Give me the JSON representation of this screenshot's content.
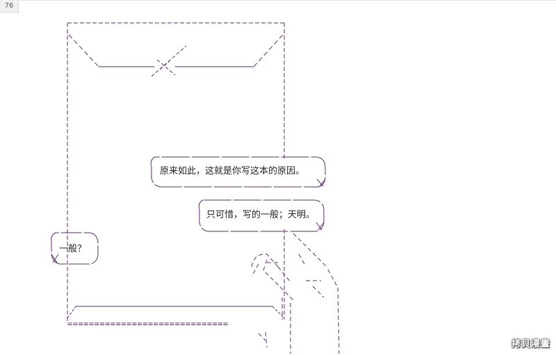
{
  "page": {
    "number": "76"
  },
  "bubbles": [
    {
      "text": "原来如此，这就是你写这本的原因。"
    },
    {
      "text": "只可惜，写的一般；天明。"
    },
    {
      "text": "一般？"
    }
  ],
  "equals_row": "==============================",
  "watermark": "拷貝漫畫",
  "colors": {
    "line": "#5a2a6a",
    "page_number_bg": "#f1f1f1"
  }
}
